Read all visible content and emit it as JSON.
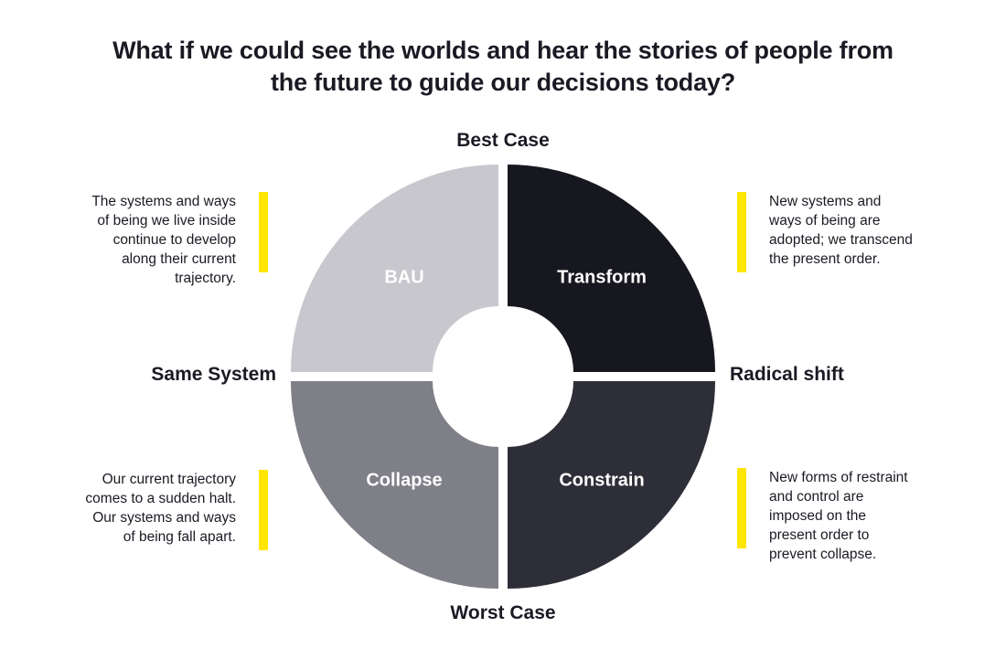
{
  "title": "What if we could see the worlds and hear the stories of people from the future to guide our decisions today?",
  "axes": {
    "top": "Best Case",
    "bottom": "Worst Case",
    "left": "Same System",
    "right": "Radical shift"
  },
  "accent_color": "#FFE600",
  "quadrants": [
    {
      "id": "bau",
      "position": "top-left",
      "label": "BAU",
      "color": "#C7C7CD",
      "description": "The systems and ways of being we live inside continue to develop along their current trajectory."
    },
    {
      "id": "transform",
      "position": "top-right",
      "label": "Transform",
      "color": "#17171F",
      "description": "New systems and ways of being are adopted; we transcend the present order."
    },
    {
      "id": "collapse",
      "position": "bottom-left",
      "label": "Collapse",
      "color": "#7F7F88",
      "description": "Our current trajectory comes to a sudden halt. Our systems and ways of being fall apart."
    },
    {
      "id": "constrain",
      "position": "bottom-right",
      "label": "Constrain",
      "color": "#2E2E38",
      "description": "New forms of restraint and control are imposed on the present order to prevent collapse."
    }
  ]
}
